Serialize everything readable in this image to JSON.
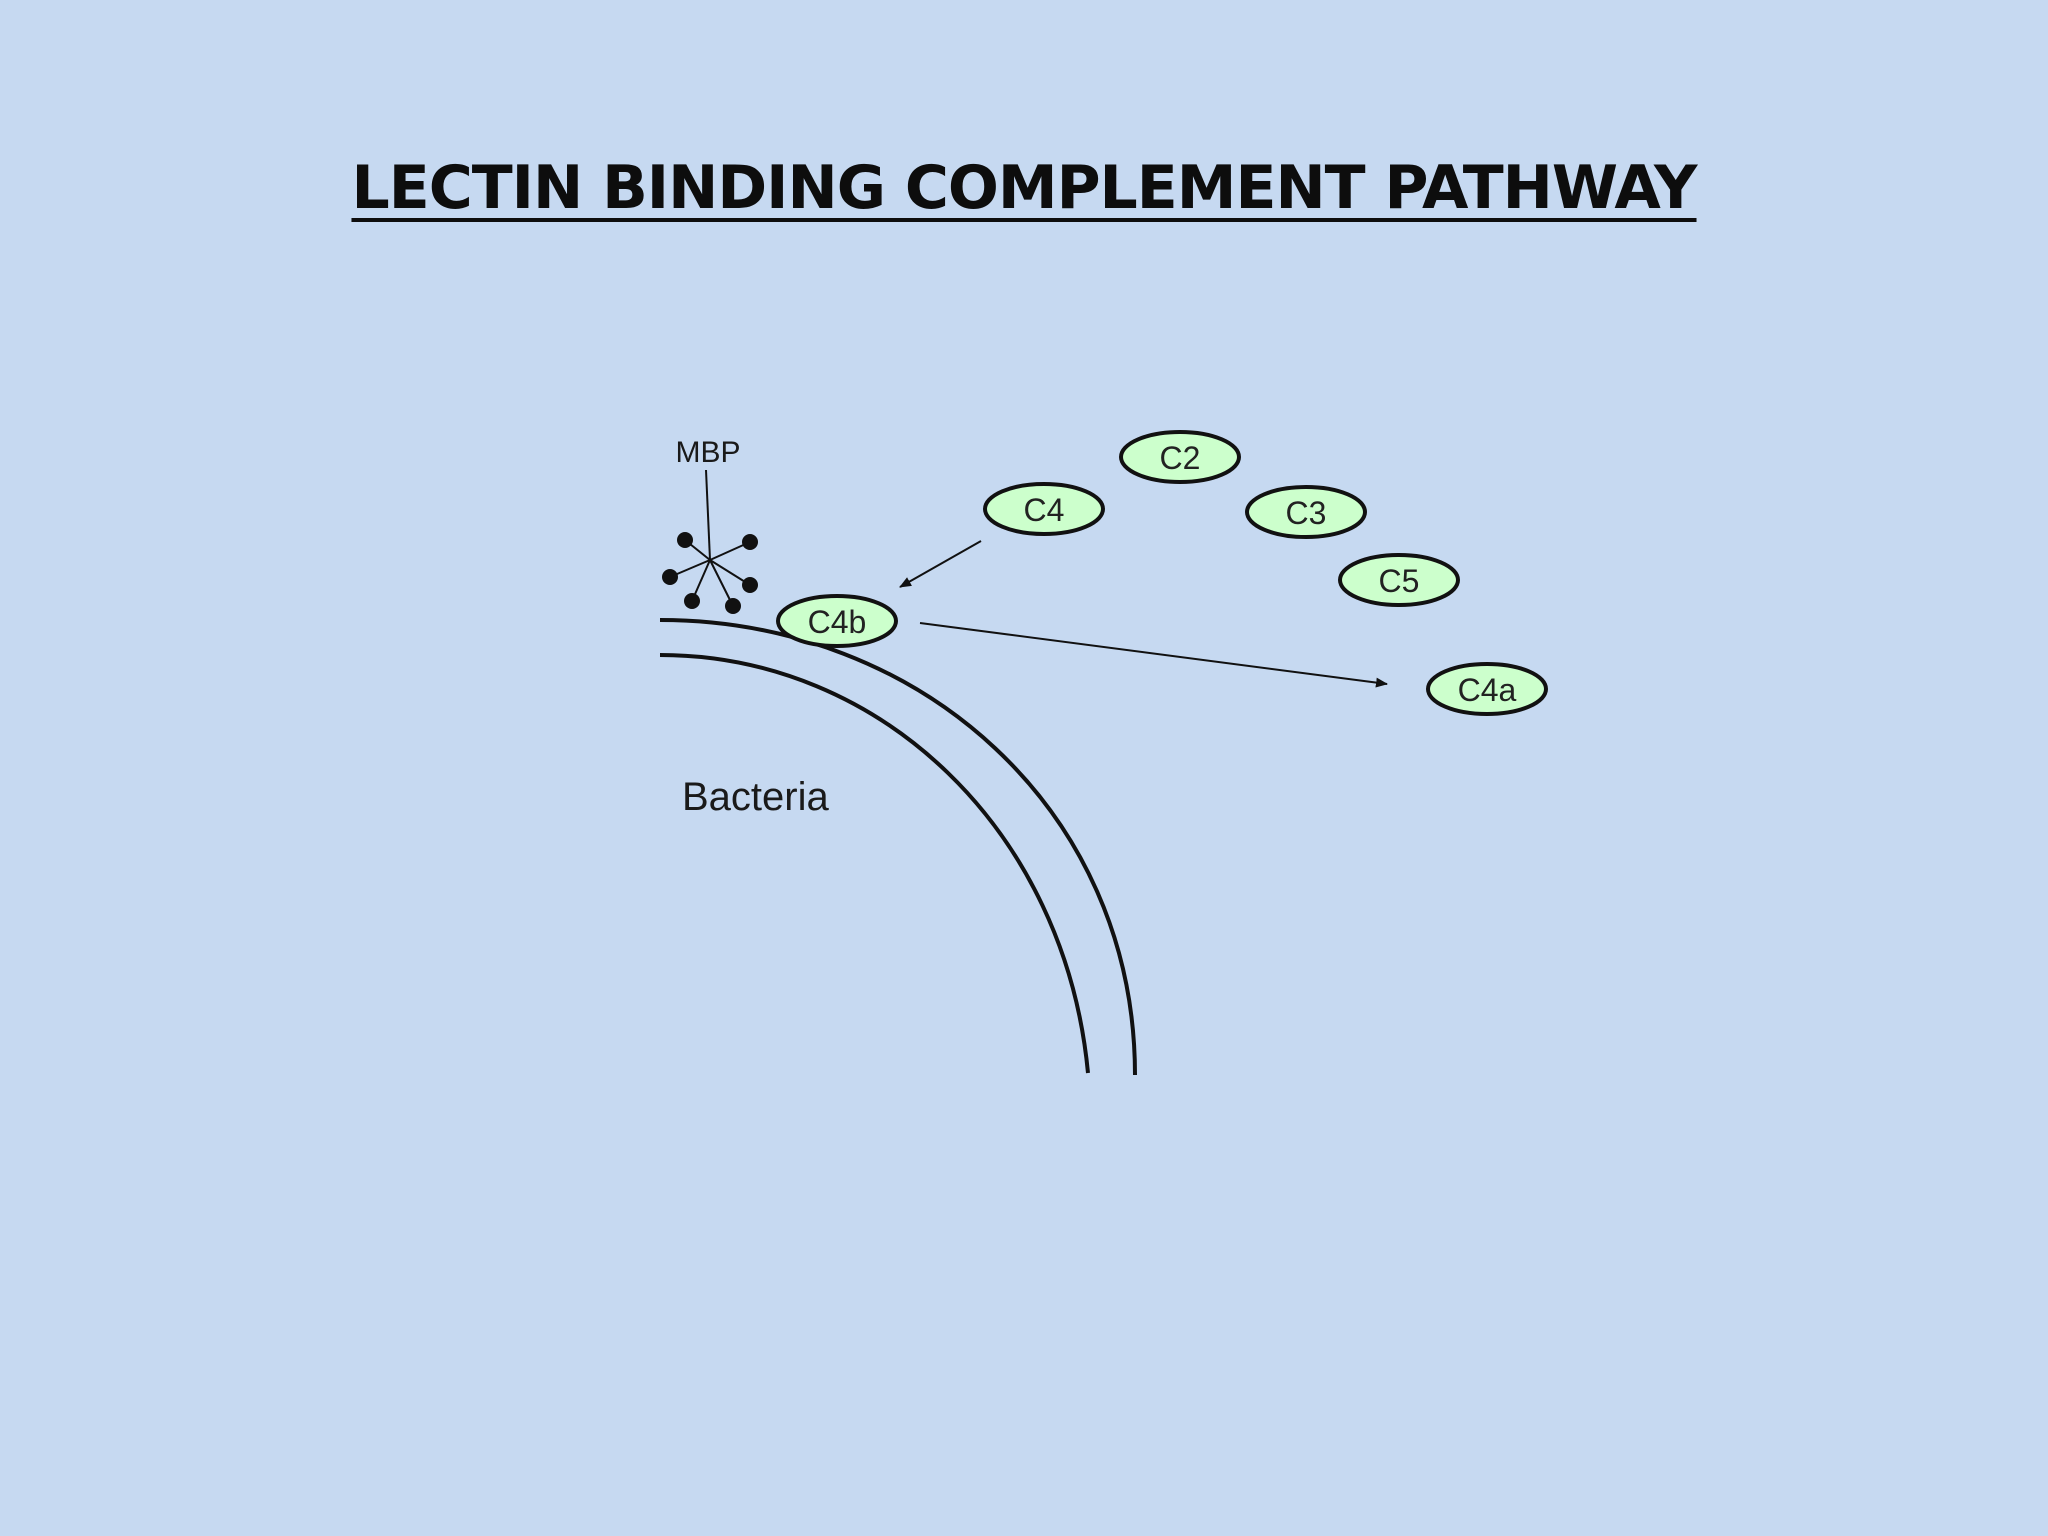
{
  "title": "LECTIN BINDING COMPLEMENT PATHWAY",
  "labels": {
    "mbp": "MBP",
    "bacteria": "Bacteria"
  },
  "proteins": {
    "c2": "C2",
    "c4": "C4",
    "c3": "C3",
    "c5": "C5",
    "c4b": "C4b",
    "c4a": "C4a"
  },
  "colors": {
    "background": "#c6d9f1",
    "protein_fill": "#ccffcc",
    "stroke": "#111111"
  }
}
